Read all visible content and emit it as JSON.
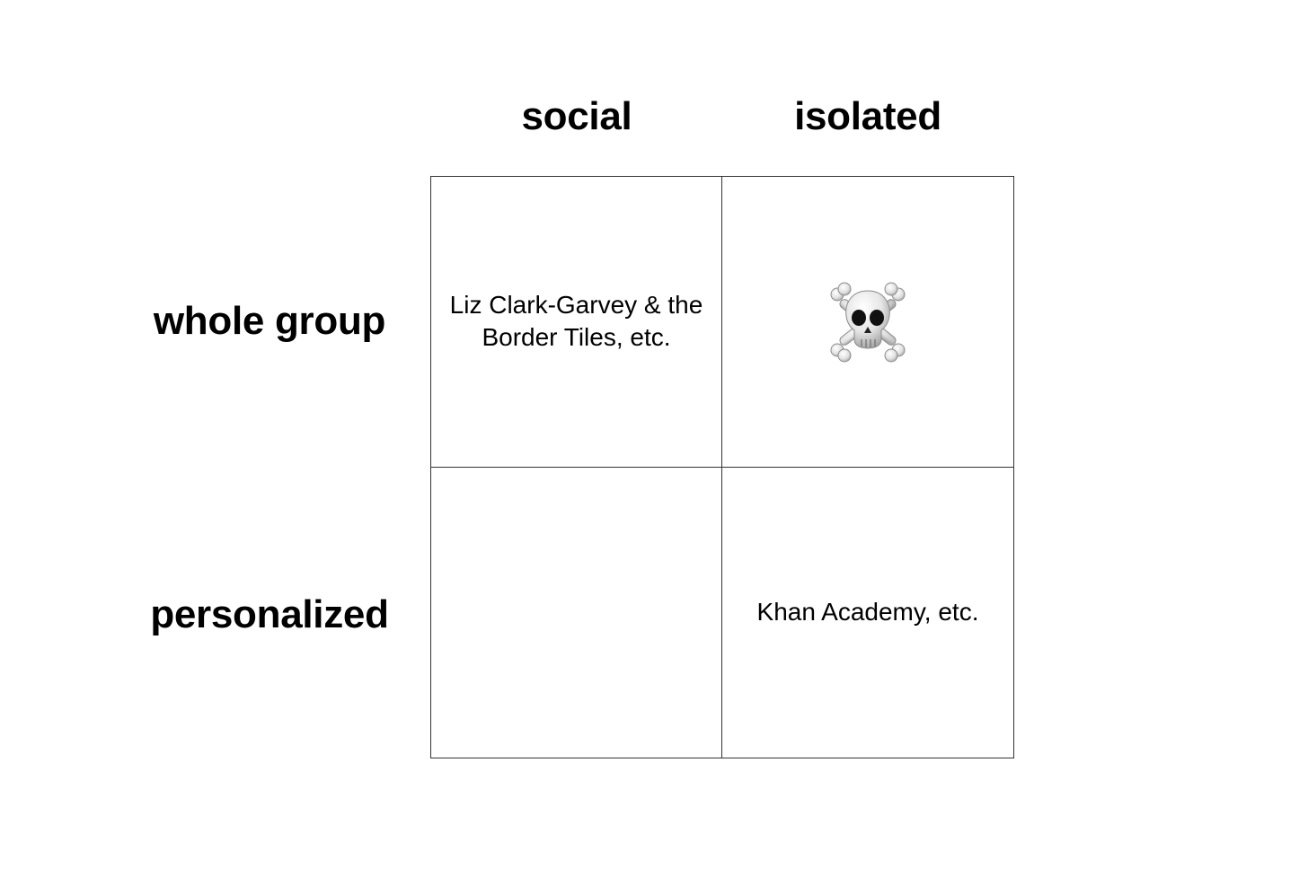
{
  "columns": {
    "social": "social",
    "isolated": "isolated"
  },
  "rows": {
    "whole_group": "whole group",
    "personalized": "personalized"
  },
  "cells": {
    "whole_group_social": "Liz Clark-Garvey & the Border Tiles, etc.",
    "whole_group_isolated_icon": "skull-and-crossbones-icon",
    "personalized_social": "",
    "personalized_isolated": "Khan Academy, etc."
  }
}
